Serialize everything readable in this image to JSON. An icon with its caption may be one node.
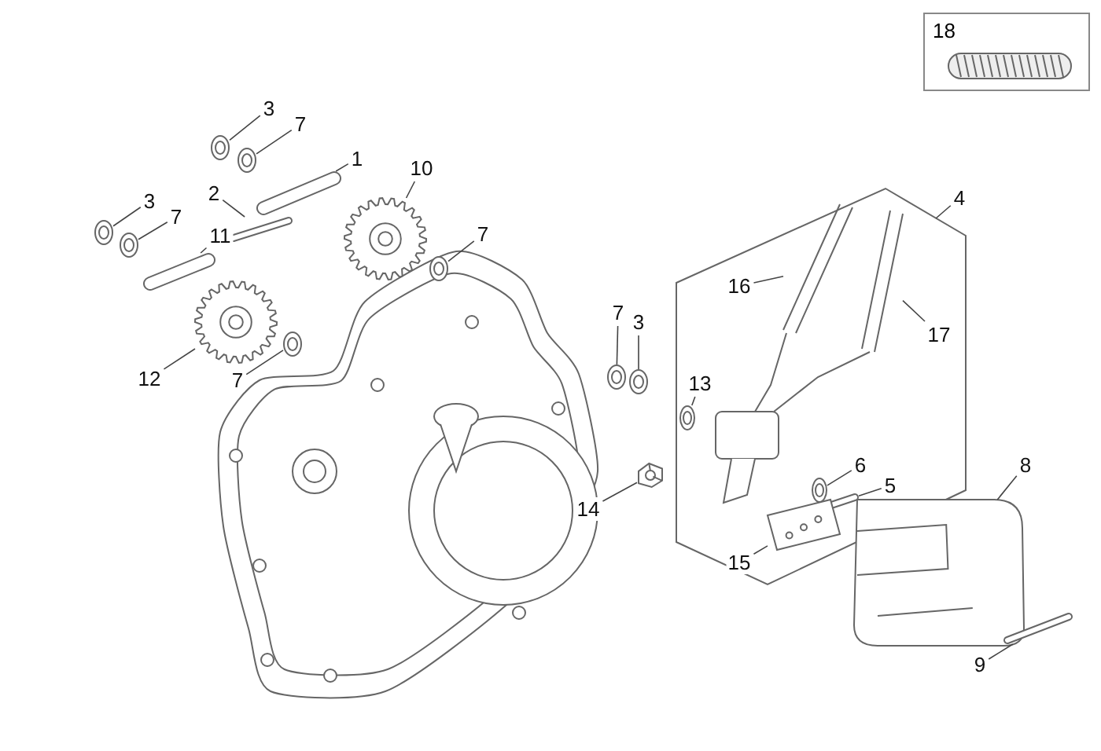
{
  "diagram": {
    "nodes": [
      {
        "text": [
          "18"
        ]
      },
      {
        "text": [
          "3"
        ]
      },
      {
        "text": [
          "7"
        ]
      },
      {
        "text": [
          "1"
        ]
      },
      {
        "text": [
          "10"
        ]
      },
      {
        "text": [
          "3"
        ]
      },
      {
        "text": [
          "7"
        ]
      },
      {
        "text": [
          "2"
        ]
      },
      {
        "text": [
          "11"
        ]
      },
      {
        "text": [
          "7"
        ]
      },
      {
        "text": [
          "12"
        ]
      },
      {
        "text": [
          "7"
        ]
      },
      {
        "text": [
          "4"
        ]
      },
      {
        "text": [],
        "shape": "box"
      },
      {
        "text": [
          "16"
        ],
        "in": 13
      },
      {
        "text": [
          "17"
        ],
        "in": 13
      },
      {
        "text": [
          "7"
        ]
      },
      {
        "text": [
          "3"
        ]
      },
      {
        "text": [
          "13"
        ],
        "in": 13
      },
      {
        "text": [
          "14"
        ]
      },
      {
        "text": [
          "6"
        ],
        "in": 13
      },
      {
        "text": [
          "5"
        ],
        "in": 13
      },
      {
        "text": [
          "8"
        ]
      },
      {
        "text": [
          "15"
        ],
        "in": 13
      },
      {
        "text": [
          "9"
        ]
      },
      {
        "text": [],
        "shape": "picture"
      },
      {
        "text": [],
        "shape": "picture"
      },
      {
        "text": [],
        "shape": "picture"
      },
      {
        "text": [],
        "shape": "picture"
      },
      {
        "text": [],
        "shape": "picture"
      },
      {
        "text": [],
        "shape": "picture"
      },
      {
        "text": [],
        "shape": "picture"
      },
      {
        "text": [],
        "shape": "picture"
      },
      {
        "text": [],
        "shape": "picture"
      },
      {
        "text": [],
        "shape": "picture"
      },
      {
        "text": [],
        "shape": "picture"
      },
      {
        "text": [],
        "shape": "picture",
        "in": 13
      },
      {
        "text": [],
        "shape": "picture",
        "in": 13
      },
      {
        "text": [],
        "shape": "picture"
      },
      {
        "text": [],
        "shape": "picture"
      },
      {
        "text": [],
        "shape": "picture",
        "in": 13
      },
      {
        "text": [],
        "shape": "picture"
      },
      {
        "text": [],
        "shape": "picture",
        "in": 13
      },
      {
        "text": [],
        "shape": "picture",
        "in": 13
      },
      {
        "text": [],
        "shape": "picture"
      },
      {
        "text": [],
        "shape": "picture",
        "in": 13
      },
      {
        "text": [],
        "shape": "picture"
      }
    ],
    "edges": [
      {
        "from": 1,
        "to": 25,
        "arrow": "none"
      },
      {
        "from": 2,
        "to": 26,
        "arrow": "none"
      },
      {
        "from": 3,
        "to": 27,
        "arrow": "none"
      },
      {
        "from": 4,
        "to": 28,
        "arrow": "none"
      },
      {
        "from": 5,
        "to": 29,
        "arrow": "none"
      },
      {
        "from": 6,
        "to": 30,
        "arrow": "none"
      },
      {
        "from": 7,
        "to": 31,
        "arrow": "none"
      },
      {
        "from": 8,
        "to": 32,
        "arrow": "none"
      },
      {
        "from": 9,
        "to": 33,
        "arrow": "none"
      },
      {
        "from": 10,
        "to": 34,
        "arrow": "none"
      },
      {
        "from": 11,
        "to": 35,
        "arrow": "none"
      },
      {
        "from": 12,
        "to": 13,
        "arrow": "none"
      },
      {
        "from": 14,
        "to": 36,
        "arrow": "none"
      },
      {
        "from": 15,
        "to": 37,
        "arrow": "none"
      },
      {
        "from": 16,
        "to": 38,
        "arrow": "none"
      },
      {
        "from": 17,
        "to": 39,
        "arrow": "none"
      },
      {
        "from": 18,
        "to": 40,
        "arrow": "none"
      },
      {
        "from": 19,
        "to": 41,
        "arrow": "none"
      },
      {
        "from": 20,
        "to": 42,
        "arrow": "none"
      },
      {
        "from": 21,
        "to": 43,
        "arrow": "none"
      },
      {
        "from": 22,
        "to": 44,
        "arrow": "none"
      },
      {
        "from": 23,
        "to": 45,
        "arrow": "none"
      },
      {
        "from": 24,
        "to": 46,
        "arrow": "none"
      }
    ]
  }
}
